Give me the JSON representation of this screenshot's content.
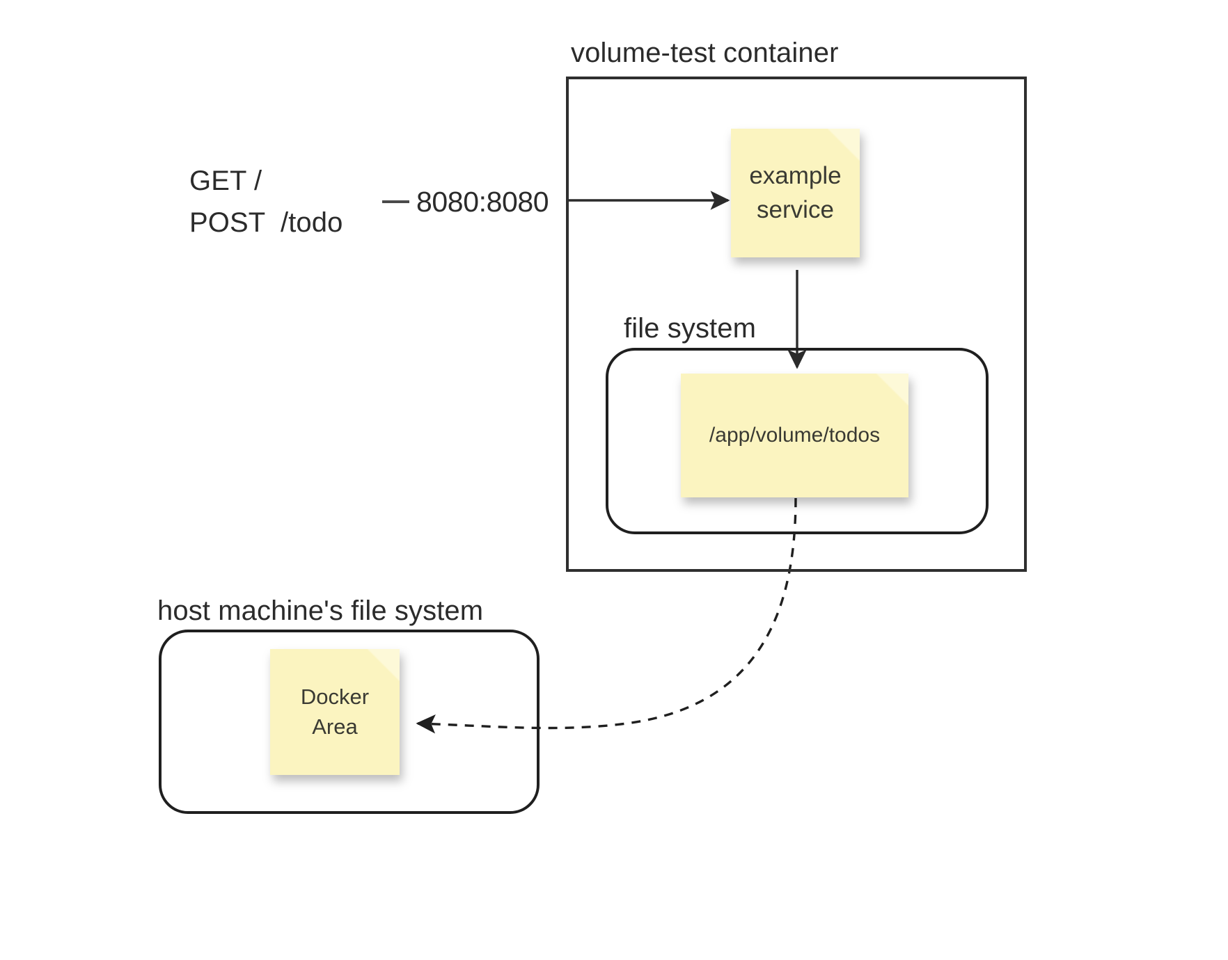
{
  "diagram": {
    "background_color": "#ffffff",
    "stroke_color": "#2b2b2b",
    "sticky_color": "#fbf4c0",
    "container": {
      "title": "volume-test container"
    },
    "request_label": {
      "line1": "GET /",
      "line2": "POST  /todo"
    },
    "port_mapping": {
      "label": "8080:8080"
    },
    "service_note": {
      "line1": "example",
      "line2": "service",
      "text": "example\nservice"
    },
    "file_system": {
      "title": "file system",
      "note": {
        "text": "/app/volume/todos"
      }
    },
    "host_file_system": {
      "title": "host machine's file system",
      "note": {
        "line1": "Docker",
        "line2": "Area",
        "text": "Docker\nArea"
      }
    }
  }
}
